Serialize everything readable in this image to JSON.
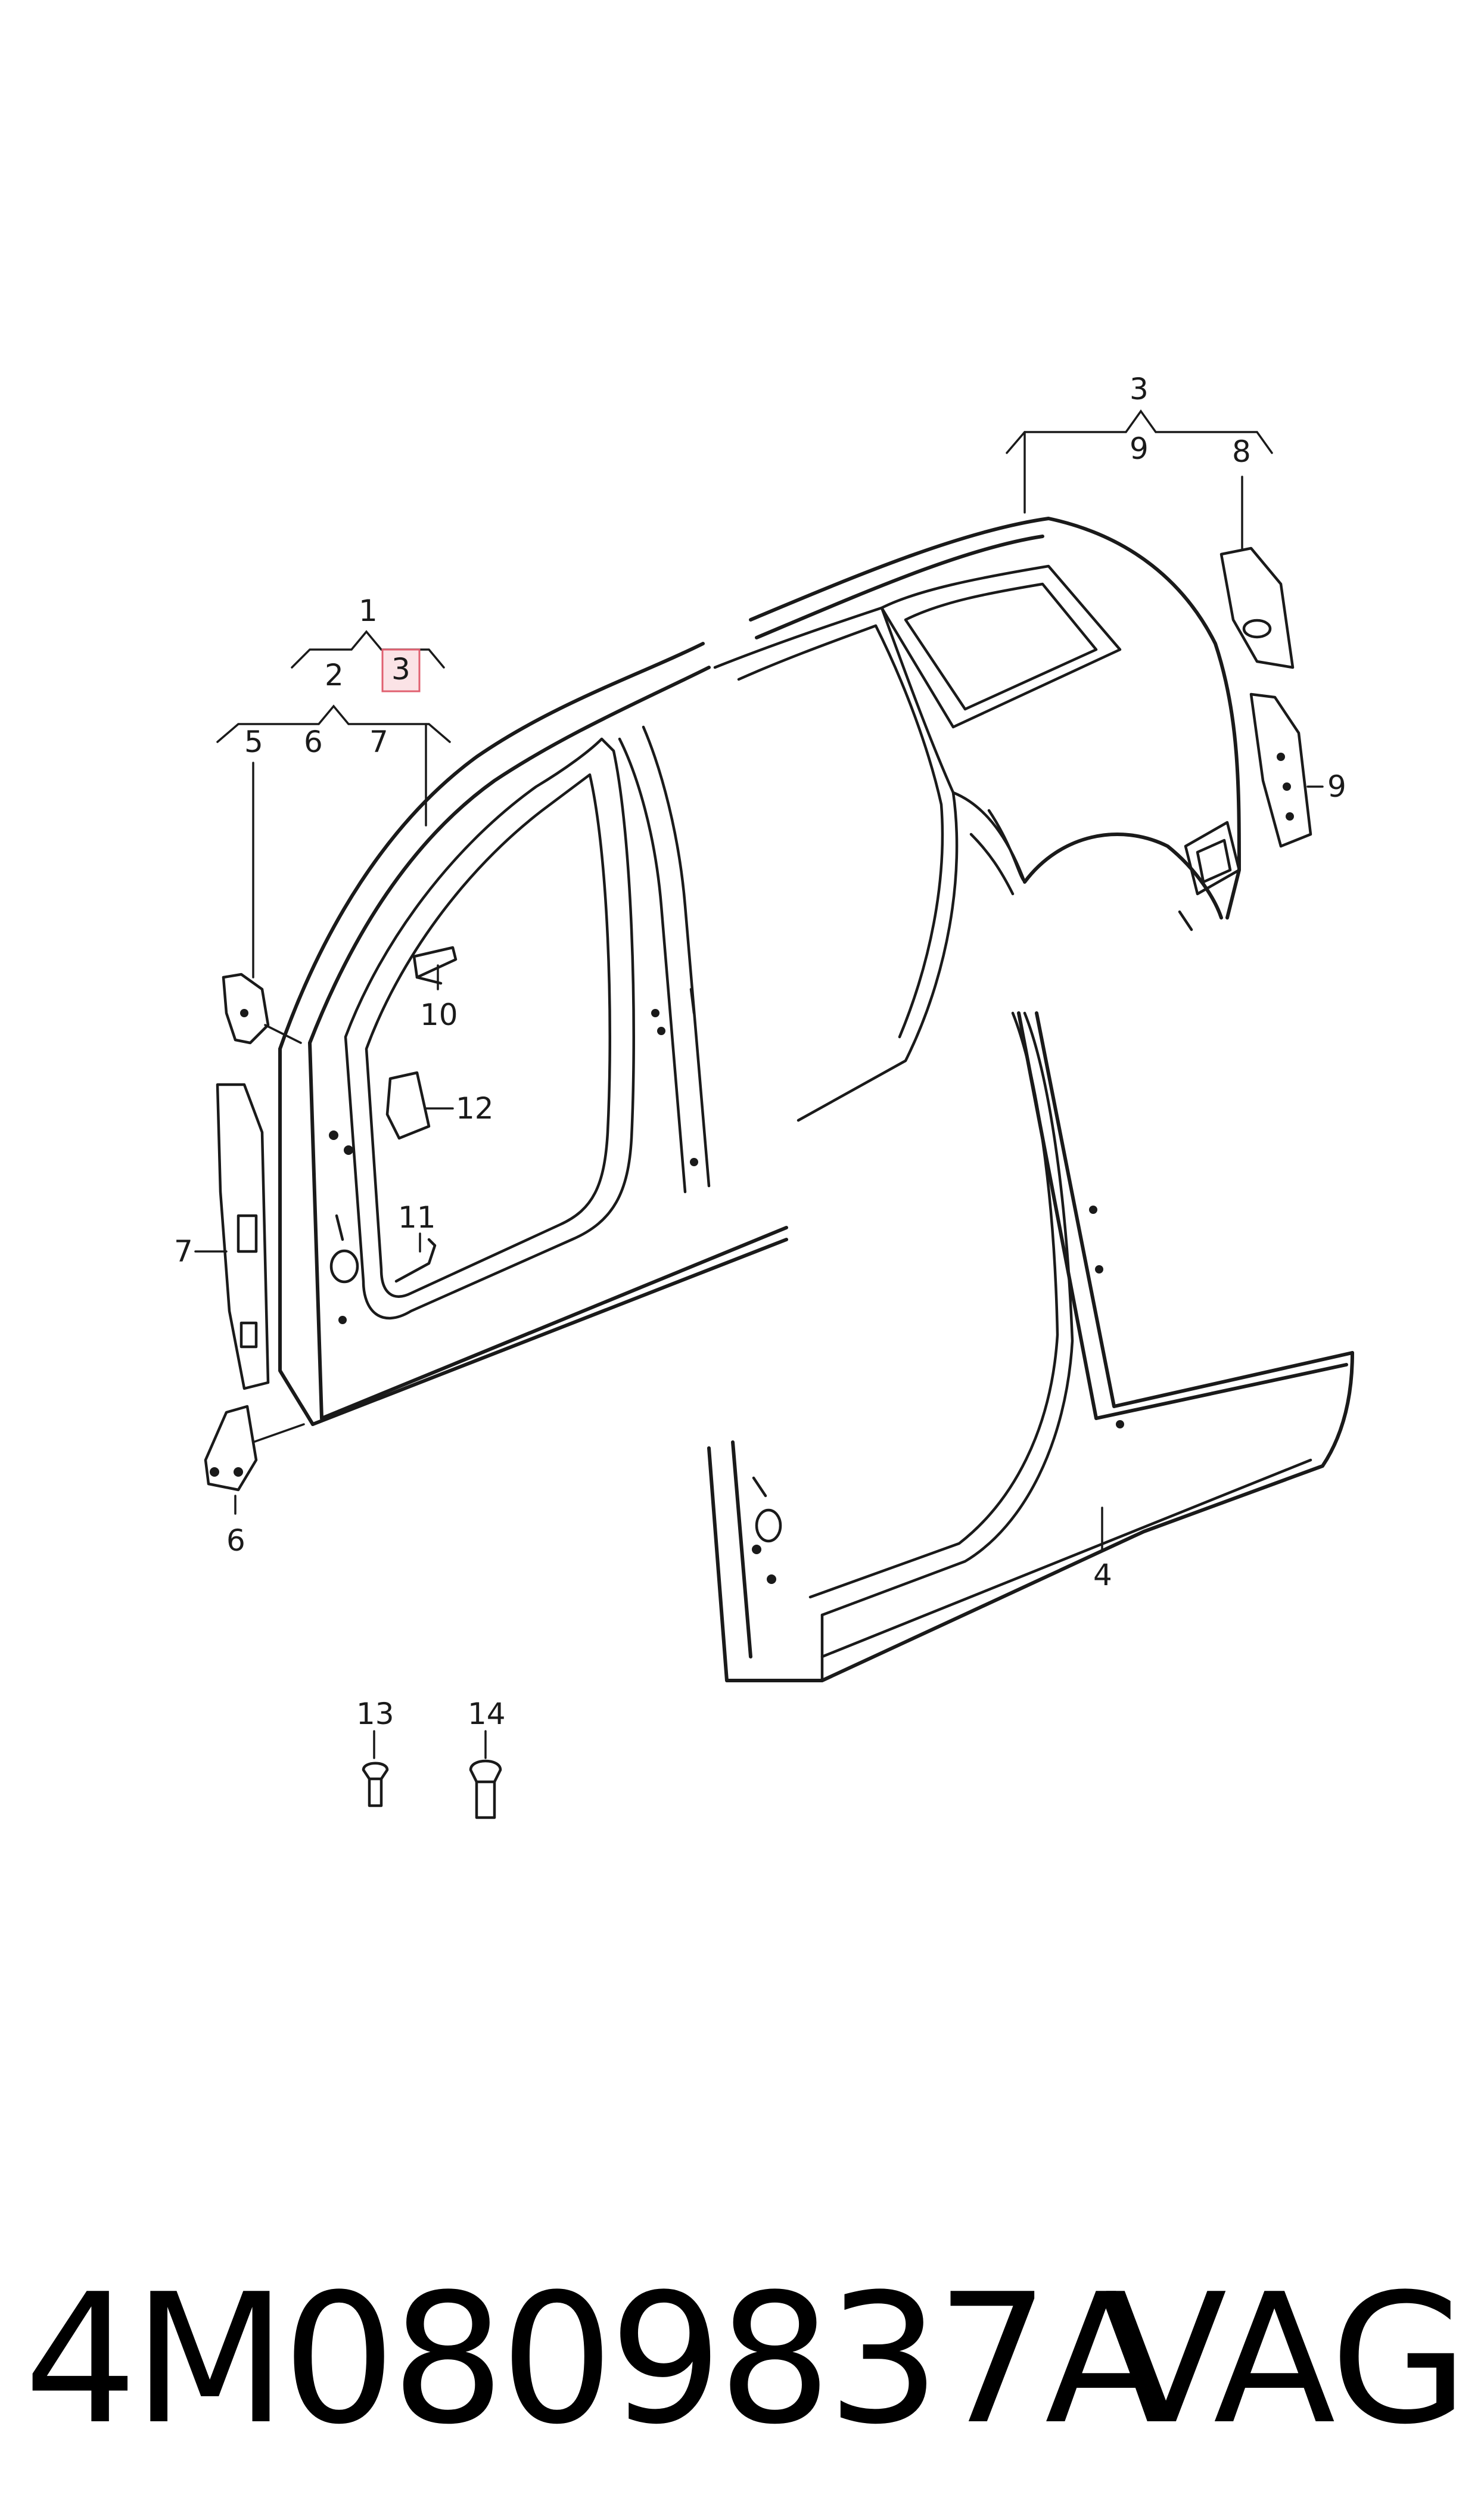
{
  "callouts": {
    "c1": "1",
    "c2": "2",
    "c3_highlight": "3",
    "c3_top": "3",
    "c4": "4",
    "c5": "5",
    "c6_group": "6",
    "c6_part": "6",
    "c7_group": "7",
    "c7_part": "7",
    "c8": "8",
    "c9_group": "9",
    "c9_part": "9",
    "c10": "10",
    "c11": "11",
    "c12": "12",
    "c13": "13",
    "c14": "14"
  },
  "highlight_color": "#e06070",
  "footer": {
    "part_number": "4M0809837A",
    "brand": "VAG"
  }
}
